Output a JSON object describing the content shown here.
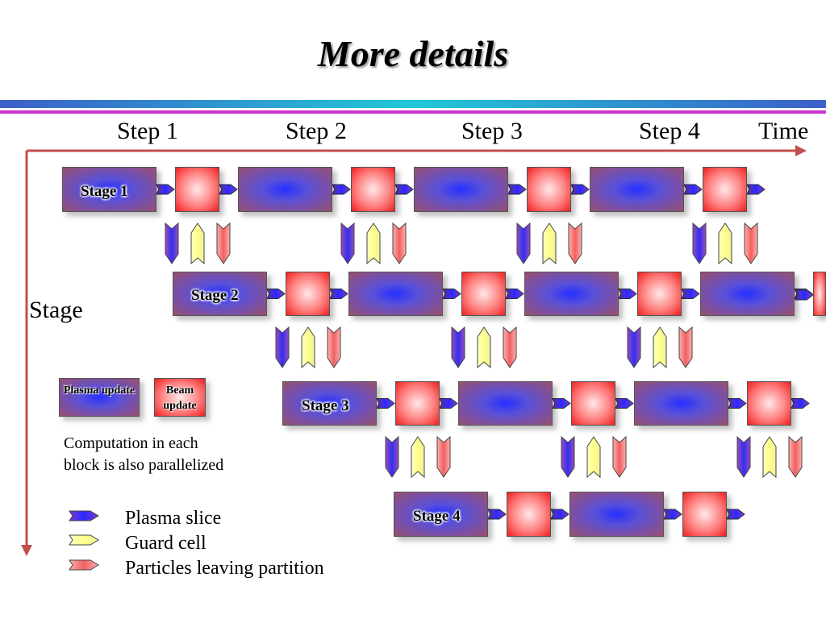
{
  "title": "More details",
  "axes": {
    "time": "Time",
    "stage": "Stage"
  },
  "steps": [
    "Step 1",
    "Step 2",
    "Step 3",
    "Step 4"
  ],
  "stages": [
    "Stage 1",
    "Stage 2",
    "Stage 3",
    "Stage 4"
  ],
  "key": {
    "plasma": "Plasma update",
    "beam": "Beam update"
  },
  "note": "Computation in each block is also parallelized",
  "legend": {
    "plasma_slice": "Plasma slice",
    "guard_cell": "Guard cell",
    "particles": "Particles leaving partition"
  },
  "colors": {
    "axis": "#c0504d",
    "plasma_arrow": "#5a2cc0",
    "guard_arrow": "#ffffa0",
    "particle_arrow": "#f06060"
  }
}
